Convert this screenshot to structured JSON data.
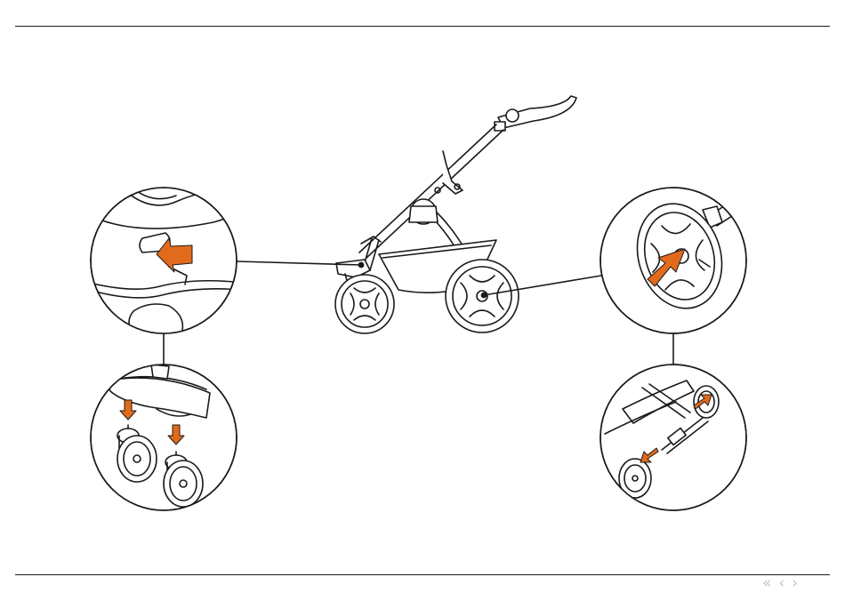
{
  "colors": {
    "line": "#1a1a1a",
    "accent_arrow": "#e26a1b",
    "nav": "#c4c4c4",
    "background": "#ffffff"
  },
  "figure": {
    "main_subject": "stroller-chassis-illustration",
    "callouts": [
      {
        "id": "front-wheel-release-lever",
        "arrow": "orange-press"
      },
      {
        "id": "front-wheel-attach",
        "arrow": "orange-down"
      },
      {
        "id": "rear-wheel-hub-button",
        "arrow": "orange-press"
      },
      {
        "id": "rear-wheel-remove",
        "arrow": "orange-pull"
      }
    ]
  },
  "nav": {
    "first_icon": "double-chevron-left-icon",
    "prev_icon": "chevron-left-icon",
    "next_icon": "chevron-right-icon",
    "first_glyph": "«",
    "prev_glyph": "‹",
    "next_glyph": "›"
  }
}
